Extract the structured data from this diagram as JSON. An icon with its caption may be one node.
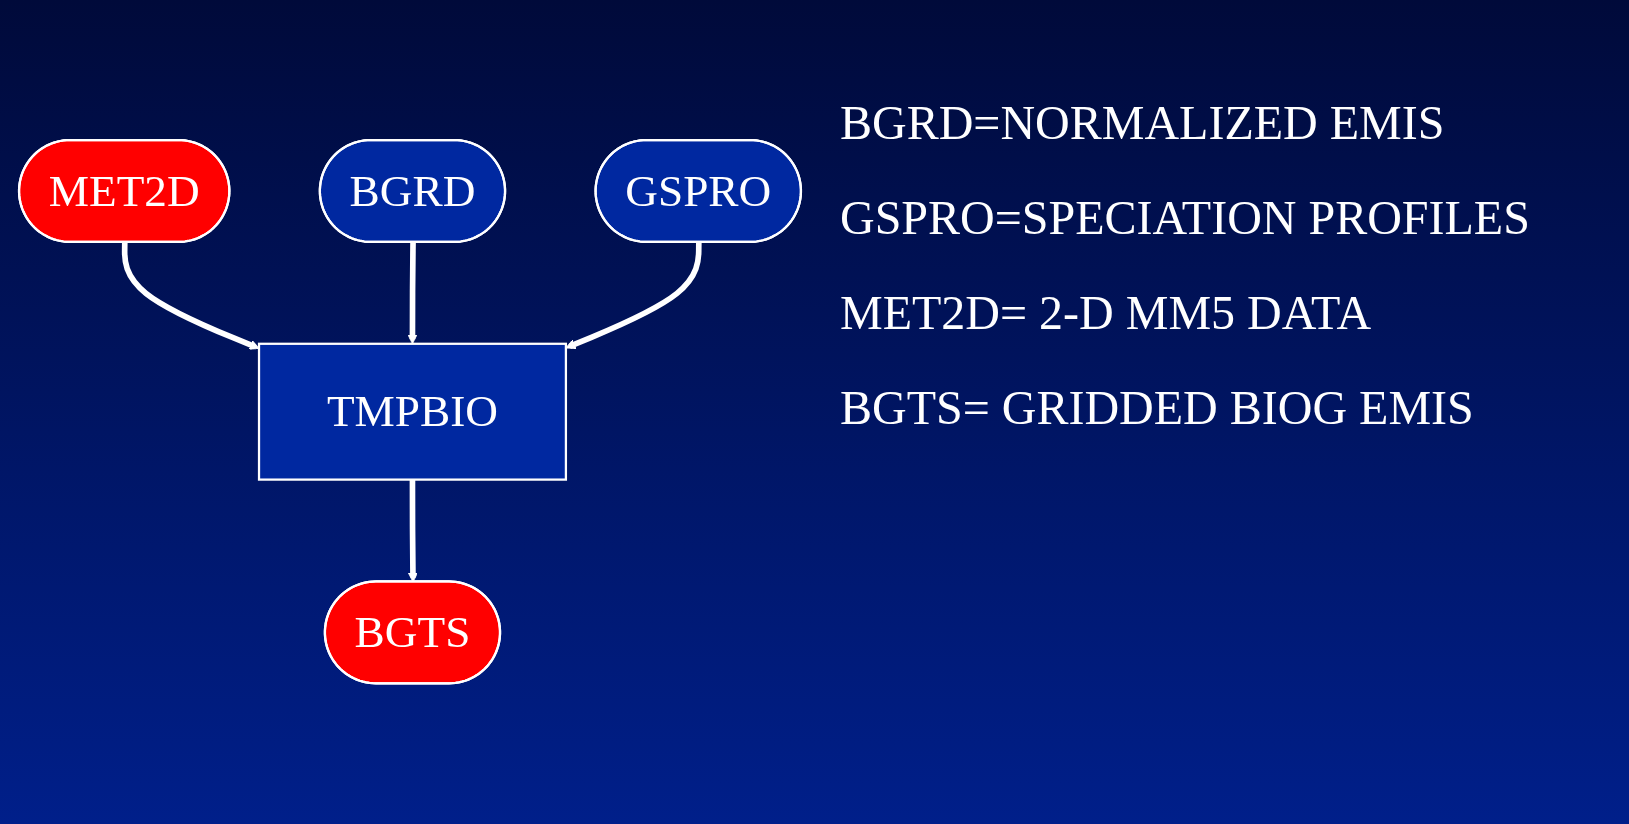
{
  "diagram": {
    "nodes": [
      {
        "text": [
          "MET2D"
        ]
      },
      {
        "text": [
          "BGRD"
        ]
      },
      {
        "text": [
          "GSPRO"
        ]
      },
      {
        "text": [
          "TMPBIO"
        ]
      },
      {
        "text": [
          "BGTS"
        ]
      }
    ],
    "edges": [
      {
        "from": 0,
        "to": 3,
        "arrow": "to"
      },
      {
        "from": 1,
        "to": 3,
        "arrow": "to"
      },
      {
        "from": 2,
        "to": 3,
        "arrow": "to"
      },
      {
        "from": 3,
        "to": 4,
        "arrow": "to"
      }
    ],
    "labels": [
      "BGRD=NORMALIZED EMIS",
      "GSPRO=SPECIATION PROFILES",
      "MET2D= 2-D MM5 DATA",
      "BGTS= GRIDDED BIOG EMIS"
    ]
  }
}
